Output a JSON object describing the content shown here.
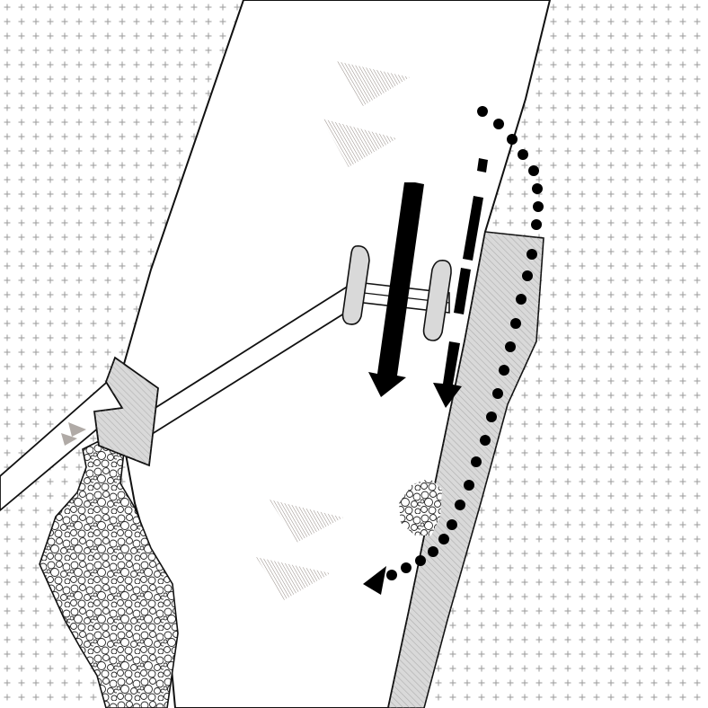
{
  "diagram": {
    "colors": {
      "background": "#ffffff",
      "grid_mark": "#9a9a9a",
      "outline": "#111111",
      "river_water": "#ffffff",
      "bank_fill": "#d9d9d9",
      "hatch": "#8a8a8a",
      "flow_marker": "#b0aaa6",
      "rubble": "#222222",
      "arrow": "#000000"
    },
    "layers": [
      "cross-grid-background",
      "river-channel",
      "right-bank-strip",
      "pier-abutment",
      "bridge-deck",
      "bridge-piers",
      "gravel-deposit",
      "flow-markers",
      "flow-arrows",
      "dotted-flow-path"
    ]
  }
}
